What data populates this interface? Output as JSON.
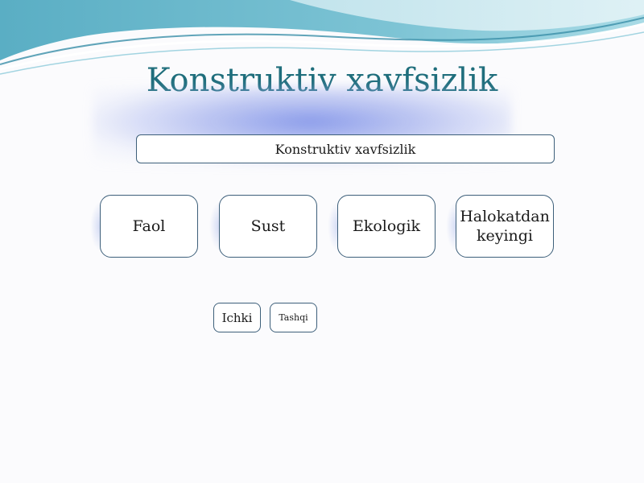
{
  "slide": {
    "title": "Konstruktiv xavfsizlik"
  },
  "diagram": {
    "root": "Konstruktiv xavfsizlik",
    "categories": [
      {
        "label": "Faol"
      },
      {
        "label": "Sust"
      },
      {
        "label": "Ekologik"
      },
      {
        "label": "Halokatdan keyingi"
      }
    ],
    "subcategories": [
      {
        "label": "Ichki"
      },
      {
        "label": "Tashqi"
      }
    ]
  },
  "theme": {
    "title_color": "#1f6e7c",
    "wave_color": "#5fb3c8",
    "glow_color": "#7f8fe6",
    "box_border": "#3d5f7a"
  }
}
